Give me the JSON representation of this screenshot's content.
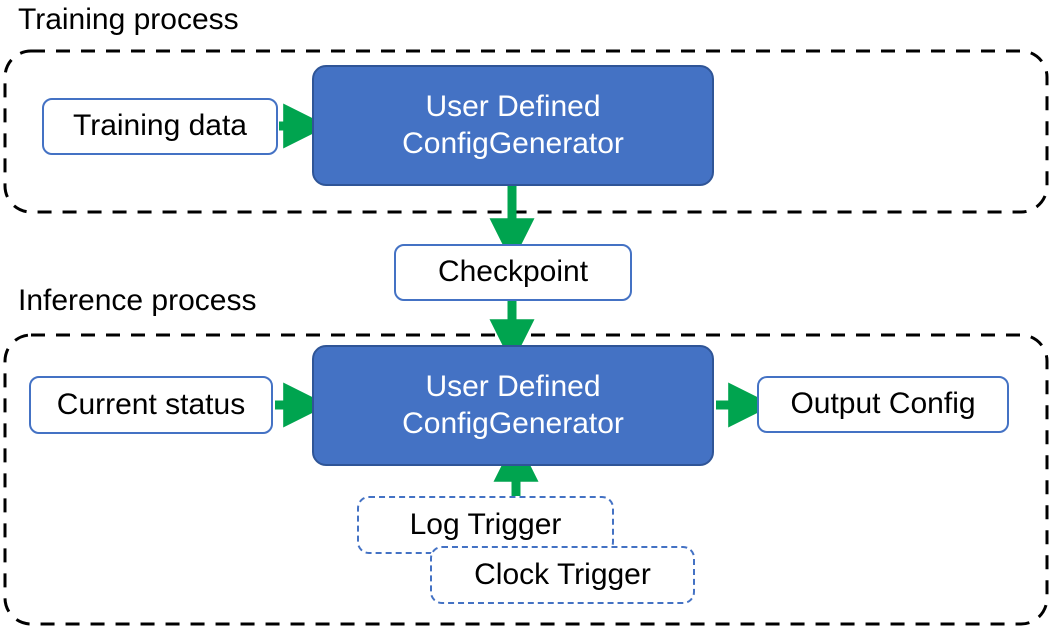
{
  "diagram": {
    "title_visible": false,
    "colors": {
      "accent_blue_fill": "#4472C4",
      "accent_blue_stroke": "#2F5597",
      "box_outline_blue": "#4472C4",
      "arrow_green": "#00A44F",
      "container_dash": "#000000",
      "text_dark": "#000000",
      "text_light": "#FFFFFF",
      "background": "#FFFFFF"
    },
    "groups": [
      {
        "id": "training",
        "label": "Training process",
        "style": "dashed-rounded-black"
      },
      {
        "id": "inference",
        "label": "Inference process",
        "style": "dashed-rounded-black"
      }
    ],
    "nodes": {
      "training_data": {
        "label": "Training data",
        "style": "white-box"
      },
      "training_generator": {
        "label_line1": "User Defined",
        "label_line2": "ConfigGenerator",
        "style": "blue-box"
      },
      "checkpoint": {
        "label": "Checkpoint",
        "style": "white-box"
      },
      "current_status": {
        "label": "Current status",
        "style": "white-box"
      },
      "inference_generator": {
        "label_line1": "User Defined",
        "label_line2": "ConfigGenerator",
        "style": "blue-box"
      },
      "output_config": {
        "label": "Output Config",
        "style": "white-box"
      },
      "log_trigger": {
        "label": "Log Trigger",
        "style": "dashed-blue-box"
      },
      "clock_trigger": {
        "label": "Clock Trigger",
        "style": "dashed-blue-box"
      }
    },
    "edges": [
      {
        "from": "training_data",
        "to": "training_generator",
        "direction": "right"
      },
      {
        "from": "training_generator",
        "to": "checkpoint",
        "direction": "down"
      },
      {
        "from": "checkpoint",
        "to": "inference_generator",
        "direction": "down"
      },
      {
        "from": "current_status",
        "to": "inference_generator",
        "direction": "right"
      },
      {
        "from": "inference_generator",
        "to": "output_config",
        "direction": "right"
      },
      {
        "from": "log_trigger",
        "to": "inference_generator",
        "direction": "up"
      }
    ]
  }
}
